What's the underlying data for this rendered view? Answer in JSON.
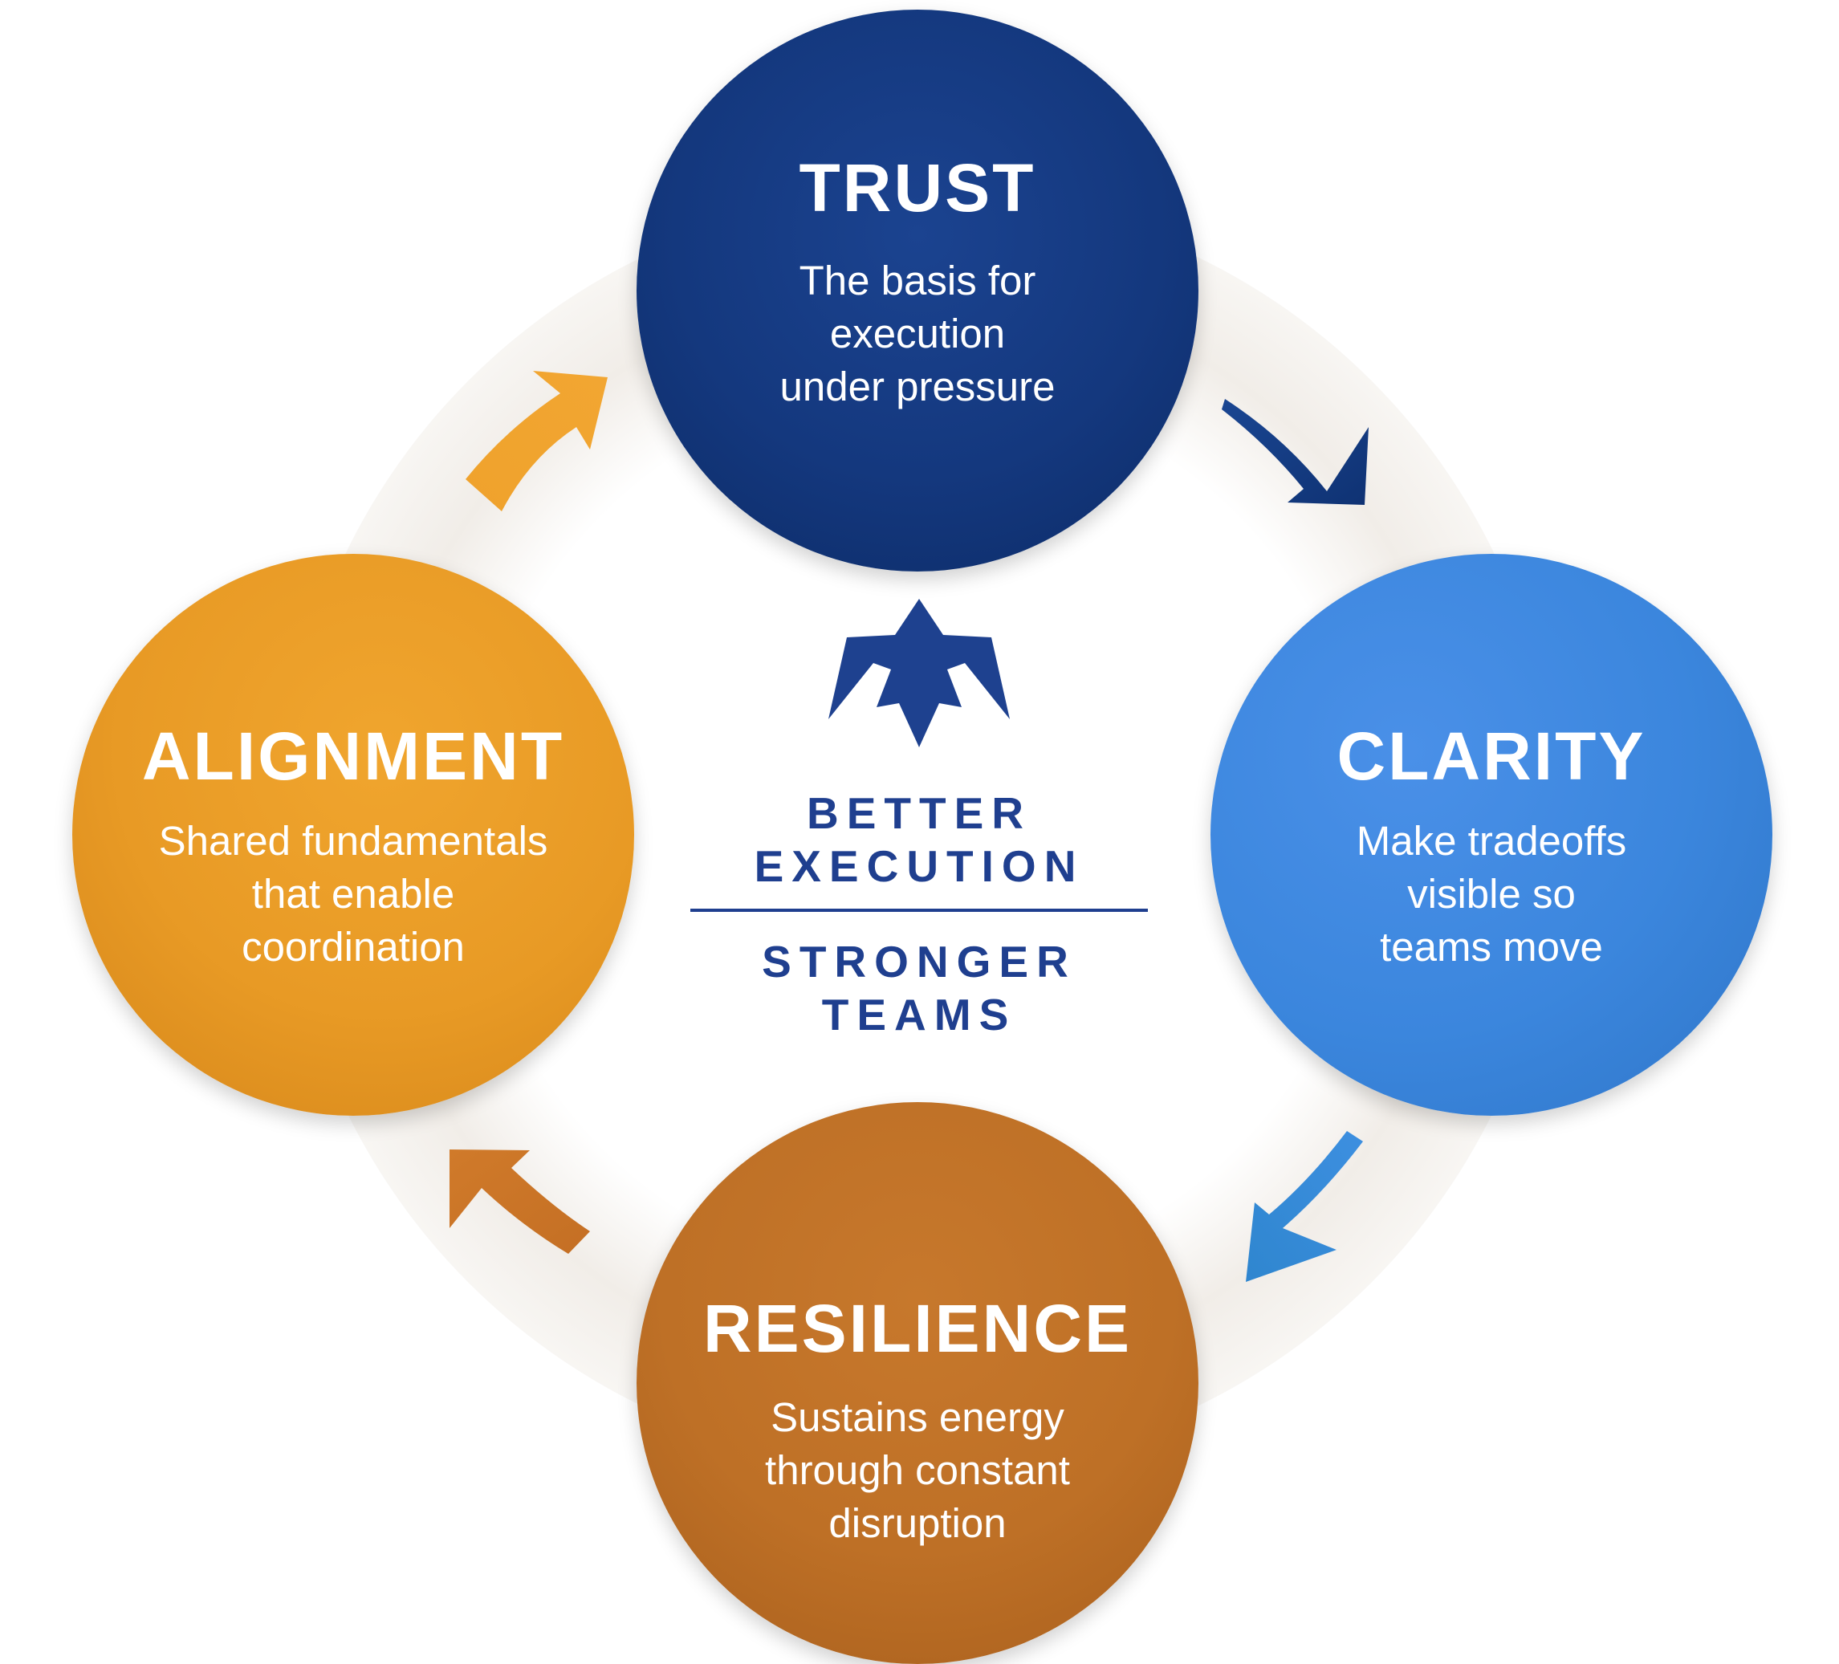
{
  "nodes": {
    "trust": {
      "title": "TRUST",
      "lines": [
        "The basis for",
        "execution",
        "under pressure"
      ]
    },
    "clarity": {
      "title": "CLARITY",
      "lines": [
        "Make tradeoffs",
        "visible so",
        "teams move"
      ]
    },
    "resilience": {
      "title": "RESILIENCE",
      "lines": [
        "Sustains energy",
        "through constant",
        "disruption"
      ]
    },
    "alignment": {
      "title": "ALIGNMENT",
      "lines": [
        "Shared fundamentals",
        "that enable",
        "coordination"
      ]
    }
  },
  "center": {
    "top_lines": [
      "BETTER",
      "EXECUTION"
    ],
    "bottom_lines": [
      "STRONGER",
      "TEAMS"
    ],
    "logo_icon": "bird-logo-icon"
  },
  "colors": {
    "trust": "#14387e",
    "clarity": "#3b86dd",
    "resilience": "#be7026",
    "alignment": "#e89a25",
    "center_text": "#1f3f8f",
    "ring": "#f3f0ec"
  }
}
